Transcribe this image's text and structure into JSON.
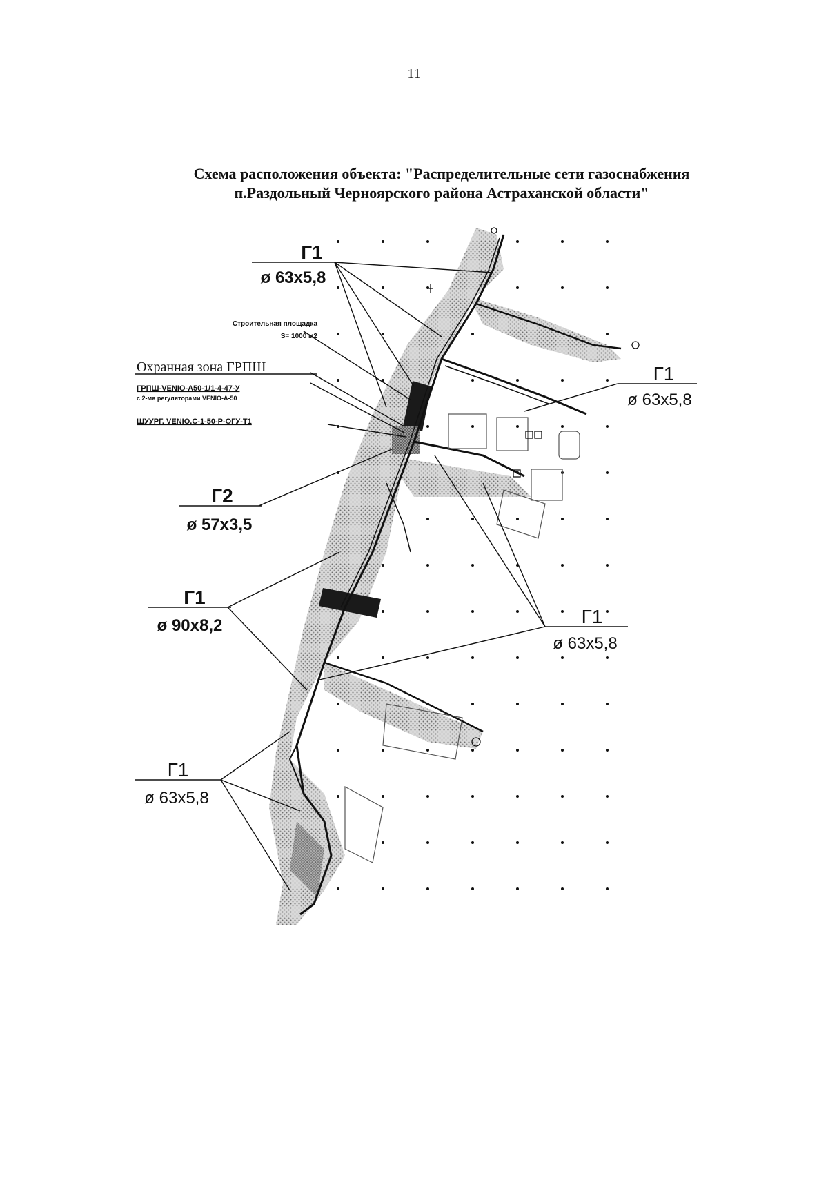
{
  "page": {
    "number": "11"
  },
  "title": {
    "line1": "Схема расположения объекта: \"Распределительные сети газоснабжения",
    "line2": "п.Раздольный Черноярского района Астраханской области\""
  },
  "legend": {
    "construction_site": "Строительная площадка",
    "area": "S= 1000 м2",
    "protection_zone": "Охранная зона ГРПШ",
    "grpsh_model": "ГРПШ-VENIO-A50-1/1-4-47-У",
    "regulator_note": "с 2-мя регуляторами VENIO-A-50",
    "shuurg_model": "ШУУРГ. VENIO.C-1-50-Р-ОГУ-Т1"
  },
  "pipes": [
    {
      "id": "top-left",
      "code": "Г1",
      "size": "ø 63x5,8"
    },
    {
      "id": "right-upper",
      "code": "Г1",
      "size": "ø 63x5,8"
    },
    {
      "id": "g2",
      "code": "Г2",
      "size": "ø 57x3,5"
    },
    {
      "id": "mid-left",
      "code": "Г1",
      "size": "ø 90x8,2"
    },
    {
      "id": "right-lower",
      "code": "Г1",
      "size": "ø 63x5,8"
    },
    {
      "id": "bottom-left",
      "code": "Г1",
      "size": "ø 63x5,8"
    }
  ],
  "colors": {
    "ink": "#111111",
    "zone": "#c8c8c8",
    "zone_dark": "#9a9a9a"
  }
}
